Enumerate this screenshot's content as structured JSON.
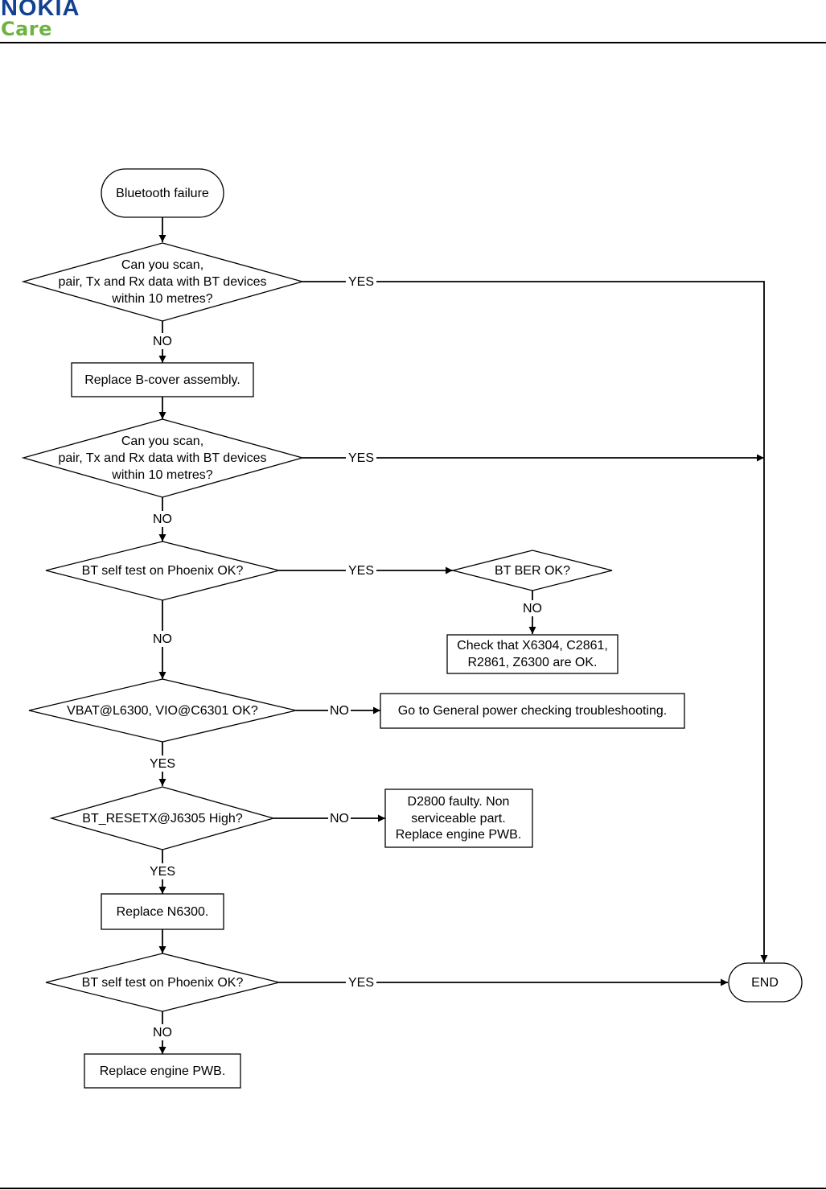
{
  "header": {
    "brand": "NOKIA",
    "sub_brand": "Care",
    "colors": {
      "brand": "#124191",
      "sub_brand": "#6cb33f"
    }
  },
  "flowchart": {
    "start": "Bluetooth failure",
    "decision1": [
      "Can you scan,",
      "pair, Tx and Rx data with BT devices",
      "within 10 metres?"
    ],
    "action_replace_bcover": "Replace B-cover assembly.",
    "decision2": [
      "Can you scan,",
      "pair, Tx and Rx data with BT devices",
      "within 10 metres?"
    ],
    "decision_selftest1": "BT self test on Phoenix OK?",
    "decision_ber": "BT BER OK?",
    "action_check": [
      "Check that X6304, C2861,",
      "R2861, Z6300 are OK."
    ],
    "decision_vbat": "VBAT@L6300, VIO@C6301 OK?",
    "action_power": "Go to General power checking troubleshooting.",
    "decision_resetx": "BT_RESETX@J6305 High?",
    "action_d2800": [
      "D2800 faulty. Non",
      "serviceable part.",
      "Replace engine PWB."
    ],
    "action_replace_n6300": "Replace N6300.",
    "decision_selftest2": "BT self test on Phoenix OK?",
    "action_replace_pwb": "Replace engine PWB.",
    "end": "END",
    "labels": {
      "yes": "YES",
      "no": "NO"
    }
  }
}
